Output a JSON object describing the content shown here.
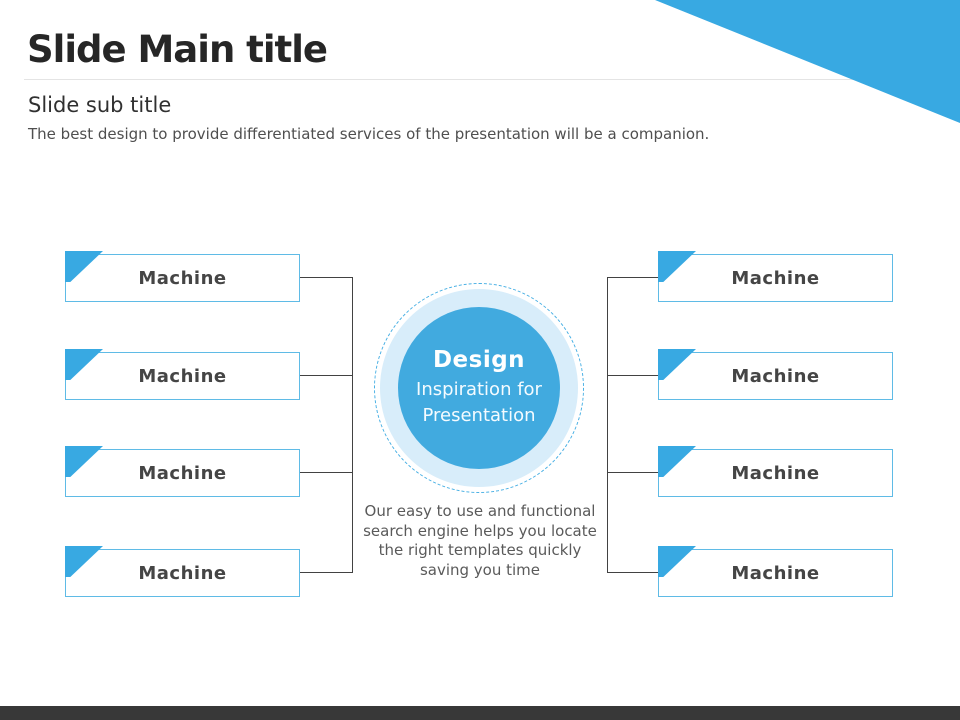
{
  "header": {
    "title": "Slide Main title",
    "subtitle": "Slide sub title",
    "description": "The best design to provide differentiated services of the presentation will be a companion."
  },
  "center_circle": {
    "heading": "Design",
    "subheading_line1": "Inspiration for",
    "subheading_line2": "Presentation"
  },
  "caption_lines": {
    "0": "Our easy to use and functional",
    "1": "search engine helps you locate",
    "2": "the right templates quickly",
    "3": "saving you time"
  },
  "left_boxes": [
    {
      "label": "Machine"
    },
    {
      "label": "Machine"
    },
    {
      "label": "Machine"
    },
    {
      "label": "Machine"
    }
  ],
  "right_boxes": [
    {
      "label": "Machine"
    },
    {
      "label": "Machine"
    },
    {
      "label": "Machine"
    },
    {
      "label": "Machine"
    }
  ],
  "colors": {
    "accent": "#38a9e2",
    "circle_fill": "#41aadf",
    "ring_fill": "#d8edfa",
    "box_border": "#5fbbe6",
    "connector": "#424242",
    "footer": "#383838"
  }
}
